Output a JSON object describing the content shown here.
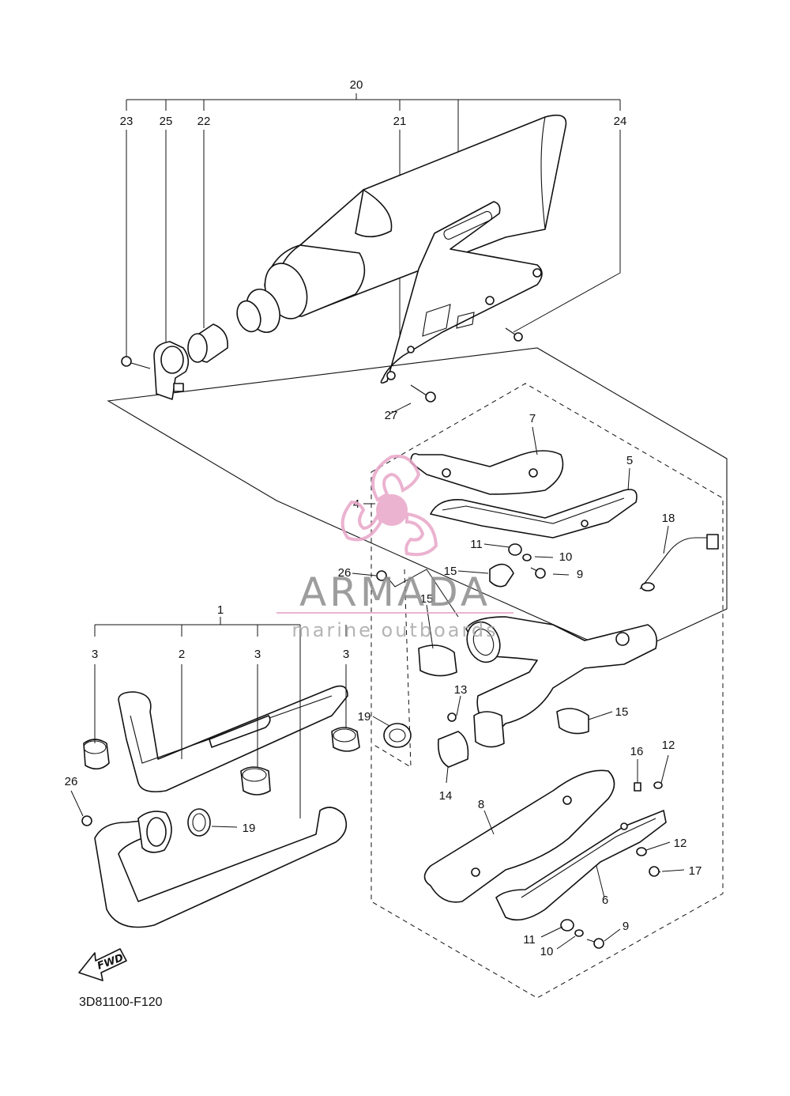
{
  "diagram": {
    "part_code": "3D81100-F120",
    "fwd_label": "FWD",
    "callouts": {
      "c1": "1",
      "c2": "2",
      "c3a": "3",
      "c3b": "3",
      "c3c": "3",
      "c4": "4",
      "c5": "5",
      "c6": "6",
      "c7": "7",
      "c8": "8",
      "c9a": "9",
      "c9b": "9",
      "c10a": "10",
      "c10b": "10",
      "c11a": "11",
      "c11b": "11",
      "c12a": "12",
      "c12b": "12",
      "c13": "13",
      "c14": "14",
      "c15a": "15",
      "c15b": "15",
      "c15c": "15",
      "c16": "16",
      "c17": "17",
      "c18": "18",
      "c19a": "19",
      "c19b": "19",
      "c20": "20",
      "c21": "21",
      "c22": "22",
      "c23": "23",
      "c24": "24",
      "c25": "25",
      "c26a": "26",
      "c26b": "26",
      "c27": "27"
    }
  },
  "watermark": {
    "brand": "ARMADA",
    "tagline": "marine outboards",
    "colors": {
      "logo": "#e8a6c8",
      "brand_text": "#8c8c8c",
      "tagline_text": "#a8a8a8",
      "rule": "#e8a6c8"
    }
  }
}
